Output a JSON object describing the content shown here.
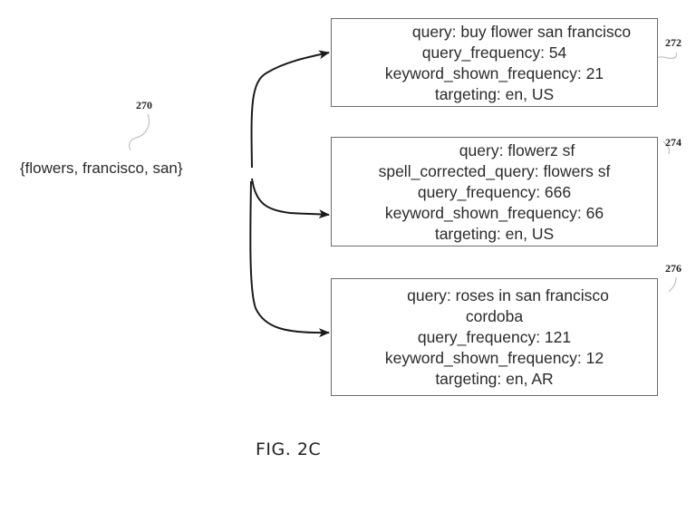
{
  "figure": {
    "caption": "FIG. 2C",
    "source": {
      "ref": "270",
      "label": "{flowers, francisco, san}"
    },
    "records": [
      {
        "ref": "272",
        "lines": [
          "query: buy flower san francisco",
          "query_frequency: 54",
          "keyword_shown_frequency: 21",
          "targeting: en, US"
        ]
      },
      {
        "ref": "274",
        "lines": [
          "query: flowerz sf",
          "spell_corrected_query: flowers sf",
          "query_frequency: 666",
          "keyword_shown_frequency: 66",
          "targeting: en, US"
        ]
      },
      {
        "ref": "276",
        "lines": [
          "query: roses in san francisco",
          "cordoba",
          "query_frequency: 121",
          "keyword_shown_frequency: 12",
          "targeting: en, AR"
        ]
      }
    ]
  }
}
